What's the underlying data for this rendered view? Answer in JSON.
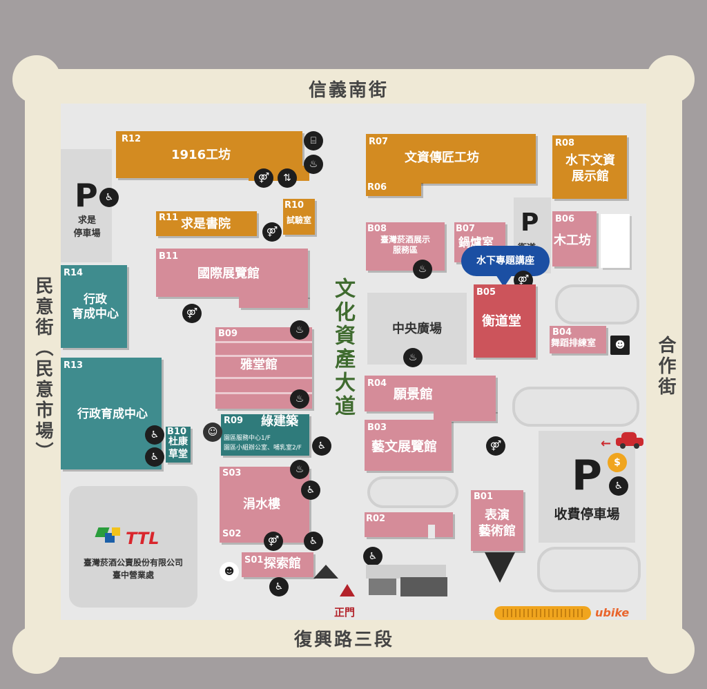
{
  "streets": {
    "north": "信義南街",
    "south": "復興路三段",
    "west": "民意街（民意市場）",
    "east": "合作街",
    "avenue": "文化資產大道"
  },
  "gate": {
    "label": "正門"
  },
  "tooltip": {
    "label": "水下專題講座"
  },
  "parking": {
    "west_label": "求是\n停車場",
    "paid_label": "收費停車場",
    "letter": "P",
    "b05_letter": "P",
    "b05_label": "衛道"
  },
  "ttl": {
    "logo_text": "TTL",
    "company": "臺灣菸酒公賣股份有限公司",
    "branch": "臺中營業處"
  },
  "ubike": {
    "text": "ubike"
  },
  "buildings": {
    "R12": {
      "code": "R12",
      "name": "1916工坊"
    },
    "R11": {
      "code": "R11",
      "name": "求是書院"
    },
    "R10": {
      "code": "R10",
      "name": "試驗室"
    },
    "B11": {
      "code": "B11",
      "name": "國際展覽館"
    },
    "R14": {
      "code": "R14",
      "name": "行政\n育成中心"
    },
    "R13": {
      "code": "R13",
      "name": "行政育成中心"
    },
    "B10": {
      "code": "B10",
      "name": "杜康\n草堂"
    },
    "B09": {
      "code": "B09",
      "name": "雅堂館"
    },
    "R09": {
      "code": "R09",
      "name": "綠建築",
      "sub1": "園區服務中心1/F",
      "sub2": "園區小組辦公室、哺乳室2/F"
    },
    "S03": {
      "code": "S03",
      "name": ""
    },
    "S02": {
      "code": "S02",
      "name": "涓水樓"
    },
    "S01": {
      "code": "S01",
      "name": "探索館"
    },
    "R07": {
      "code": "R07",
      "name": "文資傳匠工坊"
    },
    "R06": {
      "code": "R06"
    },
    "R08": {
      "code": "R08",
      "name": "水下文資\n展示館"
    },
    "B08": {
      "code": "B08",
      "name": "臺灣菸酒展示\n服務區"
    },
    "B07": {
      "code": "B07",
      "name": "鍋爐室"
    },
    "B06": {
      "code": "B06",
      "name": "木工坊"
    },
    "plaza": {
      "name": "中央廣場"
    },
    "B05": {
      "code": "B05",
      "name": "衡道堂"
    },
    "B04": {
      "code": "B04",
      "name": "舞蹈排練室"
    },
    "R04": {
      "code": "R04",
      "name": "願景館"
    },
    "B03": {
      "code": "B03",
      "name": "藝文展覽館"
    },
    "R02": {
      "code": "R02"
    },
    "B01": {
      "code": "B01",
      "name": "表演\n藝術館"
    }
  },
  "colors": {
    "frame": "#efe9d6",
    "background": "#a39e9f",
    "orange": "#d38b21",
    "pink": "#d58c99",
    "teal": "#3f8c8e",
    "red": "#cc545b",
    "tooltip": "#1b4fa3",
    "avenue_text": "#3f6b2f"
  },
  "icons": [
    "stairs-icon",
    "restroom-icon",
    "accessible-icon",
    "elevator-icon",
    "drink-icon",
    "parking-accessible-icon",
    "dollar-icon",
    "car-icon",
    "guard-icon",
    "info-desk-icon"
  ]
}
